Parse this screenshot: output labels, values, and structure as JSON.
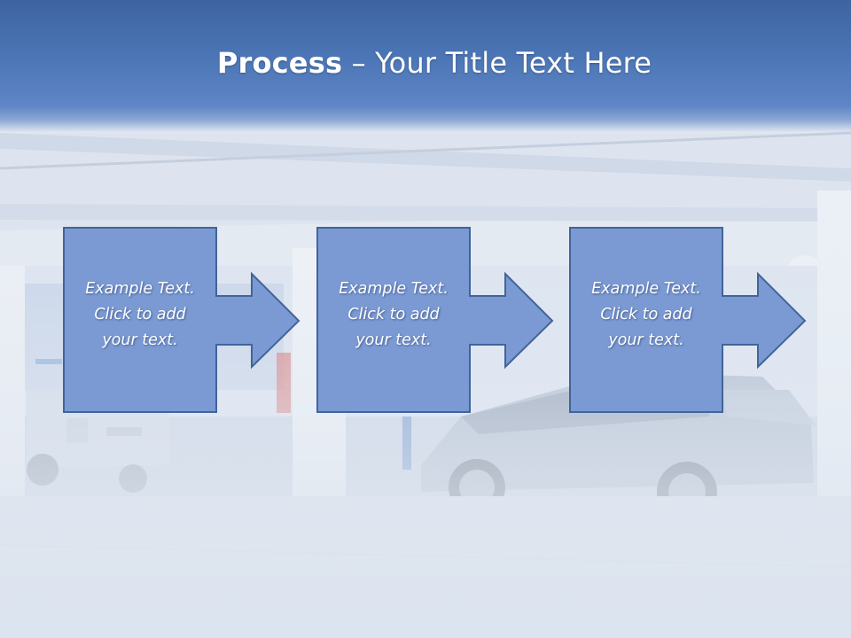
{
  "title": {
    "bold": "Process",
    "rest": " – Your Title Text Here"
  },
  "steps": [
    {
      "text": "Example Text.\nClick  to add\nyour text."
    },
    {
      "text": "Example Text.\nClick  to add\nyour text."
    },
    {
      "text": "Example Text.\nClick  to add\nyour text."
    }
  ],
  "colors": {
    "header_top": "#3e64a0",
    "box_fill": "#7b9ad4",
    "box_border": "#41649a",
    "text": "#ffffff"
  },
  "icons": {
    "step_arrow": "right-arrow-icon",
    "background": "parking-garage-photo"
  }
}
